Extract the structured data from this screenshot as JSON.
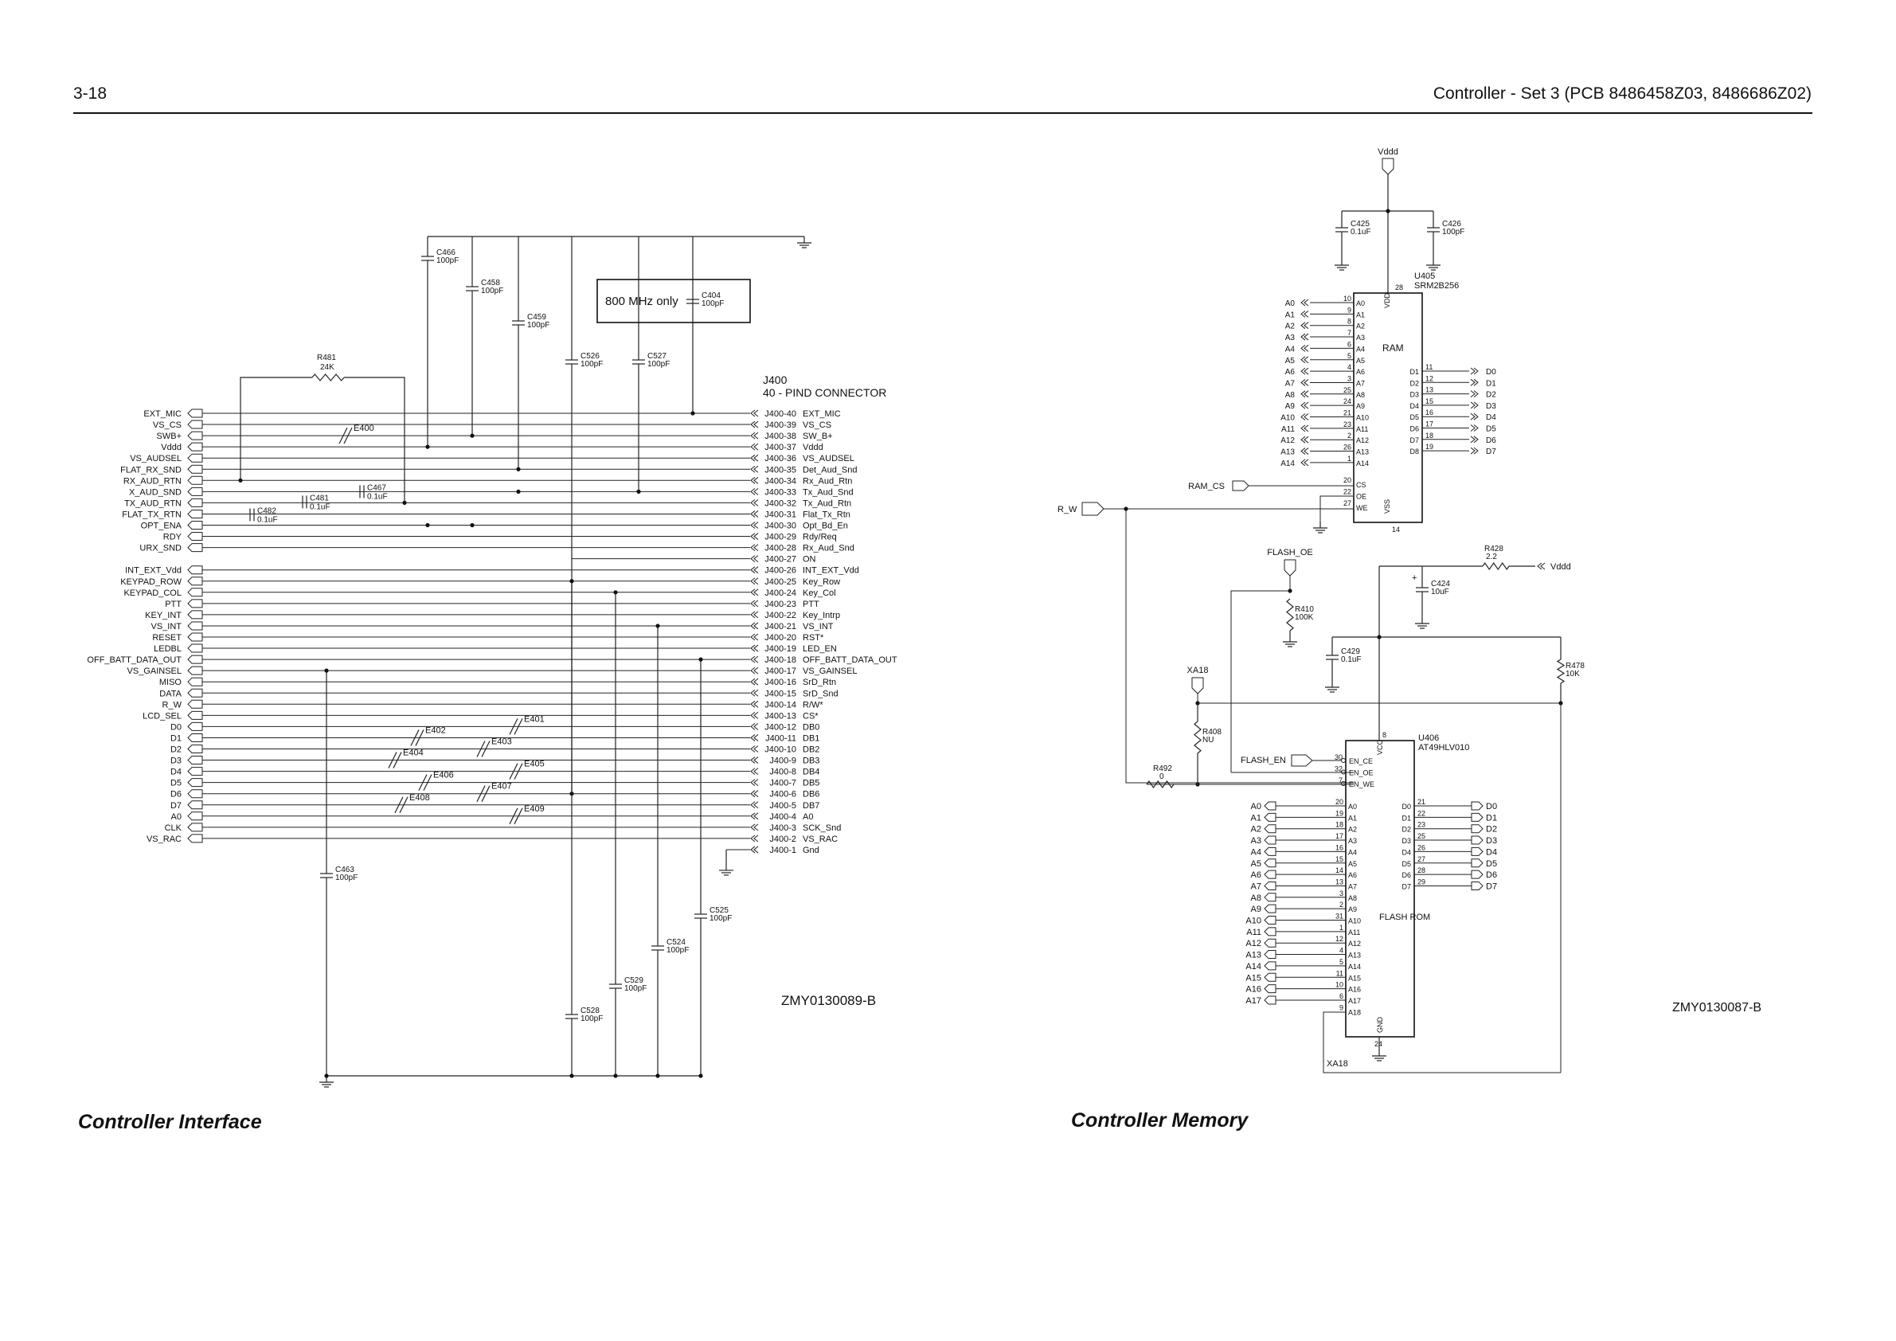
{
  "header": {
    "page_number": "3-18",
    "document_title": "Controller - Set 3 (PCB 8486458Z03, 8486686Z02)"
  },
  "captions": {
    "left": "Controller Interface",
    "right": "Controller  Memory"
  },
  "interface": {
    "connector_ref": "J400",
    "connector_desc": "40 - PIND CONNECTOR",
    "drawing_number": "ZMY0130089-B",
    "option_box_label": "800 MHz only",
    "pins": [
      {
        "net": "EXT_MIC",
        "pin": "J400-40",
        "func": "EXT_MIC"
      },
      {
        "net": "VS_CS",
        "pin": "J400-39",
        "func": "VS_CS"
      },
      {
        "net": "SWB+",
        "pin": "J400-38",
        "func": "SW_B+"
      },
      {
        "net": "Vddd",
        "pin": "J400-37",
        "func": "Vddd"
      },
      {
        "net": "VS_AUDSEL",
        "pin": "J400-36",
        "func": "VS_AUDSEL"
      },
      {
        "net": "FLAT_RX_SND",
        "pin": "J400-35",
        "func": "Det_Aud_Snd"
      },
      {
        "net": "RX_AUD_RTN",
        "pin": "J400-34",
        "func": "Rx_Aud_Rtn"
      },
      {
        "net": "X_AUD_SND",
        "pin": "J400-33",
        "func": "Tx_Aud_Snd"
      },
      {
        "net": "TX_AUD_RTN",
        "pin": "J400-32",
        "func": "Tx_Aud_Rtn"
      },
      {
        "net": "FLAT_TX_RTN",
        "pin": "J400-31",
        "func": "Flat_Tx_Rtn"
      },
      {
        "net": "OPT_ENA",
        "pin": "J400-30",
        "func": "Opt_Bd_En"
      },
      {
        "net": "RDY",
        "pin": "J400-29",
        "func": "Rdy/Req"
      },
      {
        "net": "URX_SND",
        "pin": "J400-28",
        "func": "Rx_Aud_Snd"
      },
      {
        "net": "",
        "pin": "J400-27",
        "func": "ON"
      },
      {
        "net": "INT_EXT_Vdd",
        "pin": "J400-26",
        "func": "INT_EXT_Vdd"
      },
      {
        "net": "KEYPAD_ROW",
        "pin": "J400-25",
        "func": "Key_Row"
      },
      {
        "net": "KEYPAD_COL",
        "pin": "J400-24",
        "func": "Key_Col"
      },
      {
        "net": "PTT",
        "pin": "J400-23",
        "func": "PTT"
      },
      {
        "net": "KEY_INT",
        "pin": "J400-22",
        "func": "Key_Intrp"
      },
      {
        "net": "VS_INT",
        "pin": "J400-21",
        "func": "VS_INT"
      },
      {
        "net": "RESET",
        "pin": "J400-20",
        "func": "RST*"
      },
      {
        "net": "LEDBL",
        "pin": "J400-19",
        "func": "LED_EN"
      },
      {
        "net": "OFF_BATT_DATA_OUT",
        "pin": "J400-18",
        "func": "OFF_BATT_DATA_OUT"
      },
      {
        "net": "VS_GAINSEL",
        "pin": "J400-17",
        "func": "VS_GAINSEL"
      },
      {
        "net": "MISO",
        "pin": "J400-16",
        "func": "SrD_Rtn"
      },
      {
        "net": "DATA",
        "pin": "J400-15",
        "func": "SrD_Snd"
      },
      {
        "net": "R_W",
        "pin": "J400-14",
        "func": "R/W*"
      },
      {
        "net": "LCD_SEL",
        "pin": "J400-13",
        "func": "CS*"
      },
      {
        "net": "D0",
        "pin": "J400-12",
        "func": "DB0"
      },
      {
        "net": "D1",
        "pin": "J400-11",
        "func": "DB1"
      },
      {
        "net": "D2",
        "pin": "J400-10",
        "func": "DB2"
      },
      {
        "net": "D3",
        "pin": "J400-9",
        "func": "DB3"
      },
      {
        "net": "D4",
        "pin": "J400-8",
        "func": "DB4"
      },
      {
        "net": "D5",
        "pin": "J400-7",
        "func": "DB5"
      },
      {
        "net": "D6",
        "pin": "J400-6",
        "func": "DB6"
      },
      {
        "net": "D7",
        "pin": "J400-5",
        "func": "DB7"
      },
      {
        "net": "A0",
        "pin": "J400-4",
        "func": "A0"
      },
      {
        "net": "CLK",
        "pin": "J400-3",
        "func": "SCK_Snd"
      },
      {
        "net": "VS_RAC",
        "pin": "J400-2",
        "func": "VS_RAC"
      },
      {
        "net": "",
        "pin": "J400-1",
        "func": "Gnd"
      }
    ],
    "capacitors": [
      {
        "ref": "C466",
        "value": "100pF"
      },
      {
        "ref": "C458",
        "value": "100pF"
      },
      {
        "ref": "C459",
        "value": "100pF"
      },
      {
        "ref": "C526",
        "value": "100pF"
      },
      {
        "ref": "C527",
        "value": "100pF"
      },
      {
        "ref": "C404",
        "value": "100pF"
      },
      {
        "ref": "C467",
        "value": "0.1uF"
      },
      {
        "ref": "C481",
        "value": "0.1uF"
      },
      {
        "ref": "C482",
        "value": "0.1uF"
      },
      {
        "ref": "C463",
        "value": "100pF"
      },
      {
        "ref": "C525",
        "value": "100pF"
      },
      {
        "ref": "C524",
        "value": "100pF"
      },
      {
        "ref": "C529",
        "value": "100pF"
      },
      {
        "ref": "C528",
        "value": "100pF"
      }
    ],
    "resistor": {
      "ref": "R481",
      "value": "24K"
    },
    "jumpers": [
      "E400",
      "E401",
      "E402",
      "E403",
      "E404",
      "E405",
      "E406",
      "E407",
      "E408",
      "E409"
    ]
  },
  "memory": {
    "drawing_number": "ZMY0130087-B",
    "ram": {
      "ref": "U405",
      "part": "SRM2B256",
      "name": "RAM",
      "vdd_pin": "28",
      "vdd_label": "VDD",
      "vss_pin": "14",
      "vss_label": "VSS",
      "address_pins": [
        {
          "net": "A0",
          "pin": "10",
          "label": "A0"
        },
        {
          "net": "A1",
          "pin": "9",
          "label": "A1"
        },
        {
          "net": "A2",
          "pin": "8",
          "label": "A2"
        },
        {
          "net": "A3",
          "pin": "7",
          "label": "A3"
        },
        {
          "net": "A4",
          "pin": "6",
          "label": "A4"
        },
        {
          "net": "A5",
          "pin": "5",
          "label": "A5"
        },
        {
          "net": "A6",
          "pin": "4",
          "label": "A6"
        },
        {
          "net": "A7",
          "pin": "3",
          "label": "A7"
        },
        {
          "net": "A8",
          "pin": "25",
          "label": "A8"
        },
        {
          "net": "A9",
          "pin": "24",
          "label": "A9"
        },
        {
          "net": "A10",
          "pin": "21",
          "label": "A10"
        },
        {
          "net": "A11",
          "pin": "23",
          "label": "A11"
        },
        {
          "net": "A12",
          "pin": "2",
          "label": "A12"
        },
        {
          "net": "A13",
          "pin": "26",
          "label": "A13"
        },
        {
          "net": "A14",
          "pin": "1",
          "label": "A14"
        }
      ],
      "data_pins": [
        {
          "label": "D1",
          "pin": "11",
          "net": "D0"
        },
        {
          "label": "D2",
          "pin": "12",
          "net": "D1"
        },
        {
          "label": "D3",
          "pin": "13",
          "net": "D2"
        },
        {
          "label": "D4",
          "pin": "15",
          "net": "D3"
        },
        {
          "label": "D5",
          "pin": "16",
          "net": "D4"
        },
        {
          "label": "D6",
          "pin": "17",
          "net": "D5"
        },
        {
          "label": "D7",
          "pin": "18",
          "net": "D6"
        },
        {
          "label": "D8",
          "pin": "19",
          "net": "D7"
        }
      ],
      "control_pins": [
        {
          "label": "CS",
          "pin": "20"
        },
        {
          "label": "OE",
          "pin": "22"
        },
        {
          "label": "WE",
          "pin": "27"
        }
      ]
    },
    "flash": {
      "ref": "U406",
      "part": "AT49HLV010",
      "name": "FLASH ROM",
      "vcc_pin": "8",
      "vcc_label": "VCC",
      "gnd_pin": "24",
      "gnd_label": "GND",
      "control_pins": [
        {
          "label": "EN_CE",
          "pin": "30"
        },
        {
          "label": "EN_OE",
          "pin": "32"
        },
        {
          "label": "EN_WE",
          "pin": "7"
        }
      ],
      "address_pins": [
        {
          "net": "A0",
          "pin": "20",
          "label": "A0"
        },
        {
          "net": "A1",
          "pin": "19",
          "label": "A1"
        },
        {
          "net": "A2",
          "pin": "18",
          "label": "A2"
        },
        {
          "net": "A3",
          "pin": "17",
          "label": "A3"
        },
        {
          "net": "A4",
          "pin": "16",
          "label": "A4"
        },
        {
          "net": "A5",
          "pin": "15",
          "label": "A5"
        },
        {
          "net": "A6",
          "pin": "14",
          "label": "A6"
        },
        {
          "net": "A7",
          "pin": "13",
          "label": "A7"
        },
        {
          "net": "A8",
          "pin": "3",
          "label": "A8"
        },
        {
          "net": "A9",
          "pin": "2",
          "label": "A9"
        },
        {
          "net": "A10",
          "pin": "31",
          "label": "A10"
        },
        {
          "net": "A11",
          "pin": "1",
          "label": "A11"
        },
        {
          "net": "A12",
          "pin": "12",
          "label": "A12"
        },
        {
          "net": "A13",
          "pin": "4",
          "label": "A13"
        },
        {
          "net": "A14",
          "pin": "5",
          "label": "A14"
        },
        {
          "net": "A15",
          "pin": "11",
          "label": "A15"
        },
        {
          "net": "A16",
          "pin": "10",
          "label": "A16"
        },
        {
          "net": "A17",
          "pin": "6",
          "label": "A17"
        },
        {
          "net": "",
          "pin": "9",
          "label": "A18"
        }
      ],
      "data_pins": [
        {
          "label": "D0",
          "pin": "21",
          "net": "D0"
        },
        {
          "label": "D1",
          "pin": "22",
          "net": "D1"
        },
        {
          "label": "D2",
          "pin": "23",
          "net": "D2"
        },
        {
          "label": "D3",
          "pin": "25",
          "net": "D3"
        },
        {
          "label": "D4",
          "pin": "26",
          "net": "D4"
        },
        {
          "label": "D5",
          "pin": "27",
          "net": "D5"
        },
        {
          "label": "D6",
          "pin": "28",
          "net": "D6"
        },
        {
          "label": "D7",
          "pin": "29",
          "net": "D7"
        }
      ]
    },
    "nets": {
      "vddd": "Vddd",
      "ram_cs": "RAM_CS",
      "r_w": "R_W",
      "flash_oe": "FLASH_OE",
      "flash_en": "FLASH_EN",
      "xa18": "XA18"
    },
    "components": [
      {
        "ref": "C425",
        "value": "0.1uF"
      },
      {
        "ref": "C426",
        "value": "100pF"
      },
      {
        "ref": "R428",
        "value": "2.2"
      },
      {
        "ref": "C424",
        "value": "10uF"
      },
      {
        "ref": "R410",
        "value": "100K"
      },
      {
        "ref": "C429",
        "value": "0.1uF"
      },
      {
        "ref": "R478",
        "value": "10K"
      },
      {
        "ref": "R408",
        "value": "NU"
      },
      {
        "ref": "R492",
        "value": "0"
      }
    ],
    "polarity_mark": "+"
  }
}
